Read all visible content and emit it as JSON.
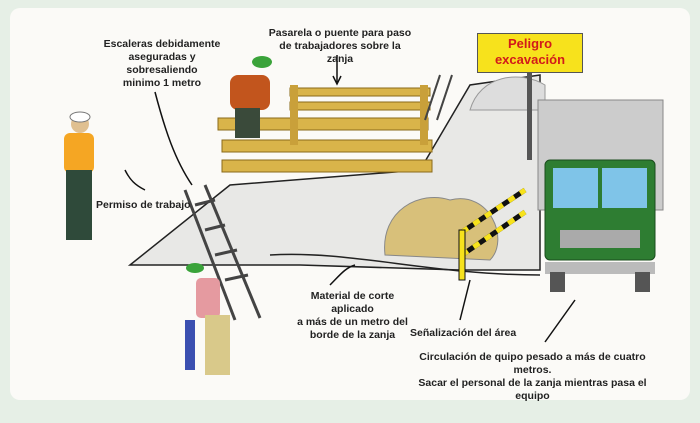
{
  "labels": {
    "ladders": "Escaleras debidamente asegu­radas y sobresaliendo minimo 1 metro",
    "ladders_lines": [
      "Escaleras debidamente",
      "aseguradas y sobresaliendo",
      "minimo 1 metro"
    ],
    "walkway_lines": [
      "Pasarela o puente para paso",
      "de trabajadores sobre la zanja"
    ],
    "permit": "Permiso de trabajo",
    "material_lines": [
      "Material de corte aplicado",
      "a más de un metro del",
      "borde de la zanja"
    ],
    "signage": "Señalización del área",
    "traffic_lines": [
      "Circulación de quipo pesado a más de cuatro metros.",
      "Sacar el personal de la zanja mientras pasa el equipo"
    ]
  },
  "sign": {
    "line1": "Peligro",
    "line2": "excavación"
  },
  "colors": {
    "sign_bg": "#f7e21c",
    "sign_text": "#d21a1a",
    "truck": "#2e7d32",
    "wood": "#d9b44a"
  }
}
